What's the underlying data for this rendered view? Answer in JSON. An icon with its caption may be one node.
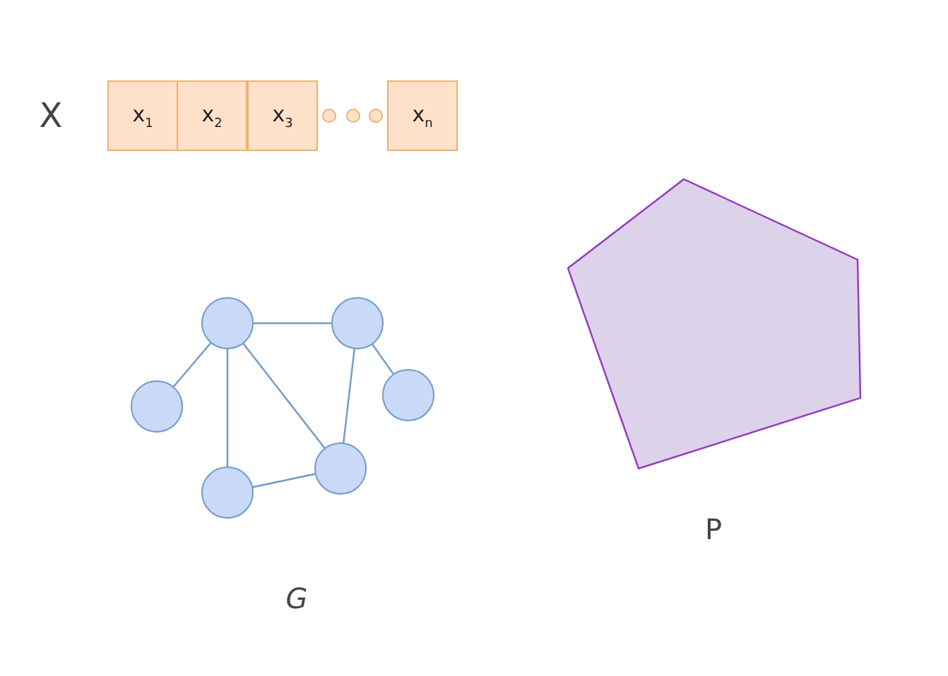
{
  "diagram": {
    "nodes": [
      {
        "text": [
          "x$_{1}$"
        ]
      },
      {
        "text": [
          "x$_{2}$"
        ]
      },
      {
        "text": [
          "x$_{3}$"
        ]
      },
      {
        "text": [
          "x$_{n}$"
        ]
      },
      {
        "text": [],
        "shape": "circle"
      },
      {
        "text": [],
        "shape": "circle"
      },
      {
        "text": [],
        "shape": "circle"
      },
      {
        "text": [],
        "shape": "circle"
      },
      {
        "text": [],
        "shape": "circle"
      },
      {
        "text": [],
        "shape": "circle"
      },
      {
        "text": [],
        "shape": "pentagon"
      }
    ],
    "edges": [
      {
        "from": 4,
        "to": 5,
        "arrow": "none"
      },
      {
        "from": 4,
        "to": 7,
        "arrow": "none"
      },
      {
        "from": 4,
        "to": 9,
        "arrow": "none"
      },
      {
        "from": 4,
        "to": 8,
        "arrow": "none"
      },
      {
        "from": 5,
        "to": 8,
        "arrow": "none"
      },
      {
        "from": 5,
        "to": 6,
        "arrow": "none"
      },
      {
        "from": 9,
        "to": 8,
        "arrow": "none"
      }
    ],
    "labels": [
      "X",
      "G",
      "P"
    ]
  }
}
